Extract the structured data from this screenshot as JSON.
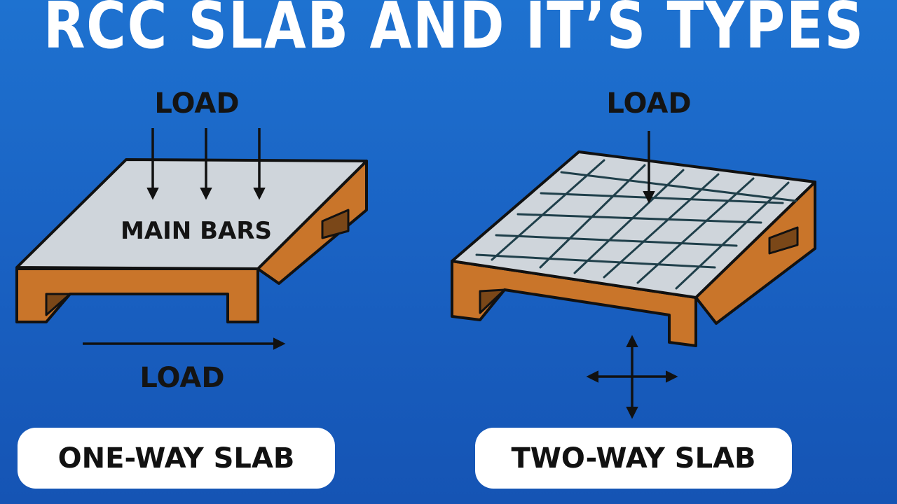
{
  "title": "RCC SLAB AND IT’S TYPES",
  "one_way": {
    "load_top": "LOAD",
    "main_bars": "MAIN BARS",
    "load_bottom": "LOAD",
    "pill_label": "ONE-WAY SLAB"
  },
  "two_way": {
    "load_top": "LOAD",
    "pill_label": "TWO-WAY SLAB"
  },
  "colors": {
    "background": "#1a63c4",
    "slab_top": "#cfd5db",
    "slab_edge": "#c9752a",
    "slab_shadow": "#7a4718",
    "outline": "#111111",
    "grid": "#1f3f4a"
  }
}
